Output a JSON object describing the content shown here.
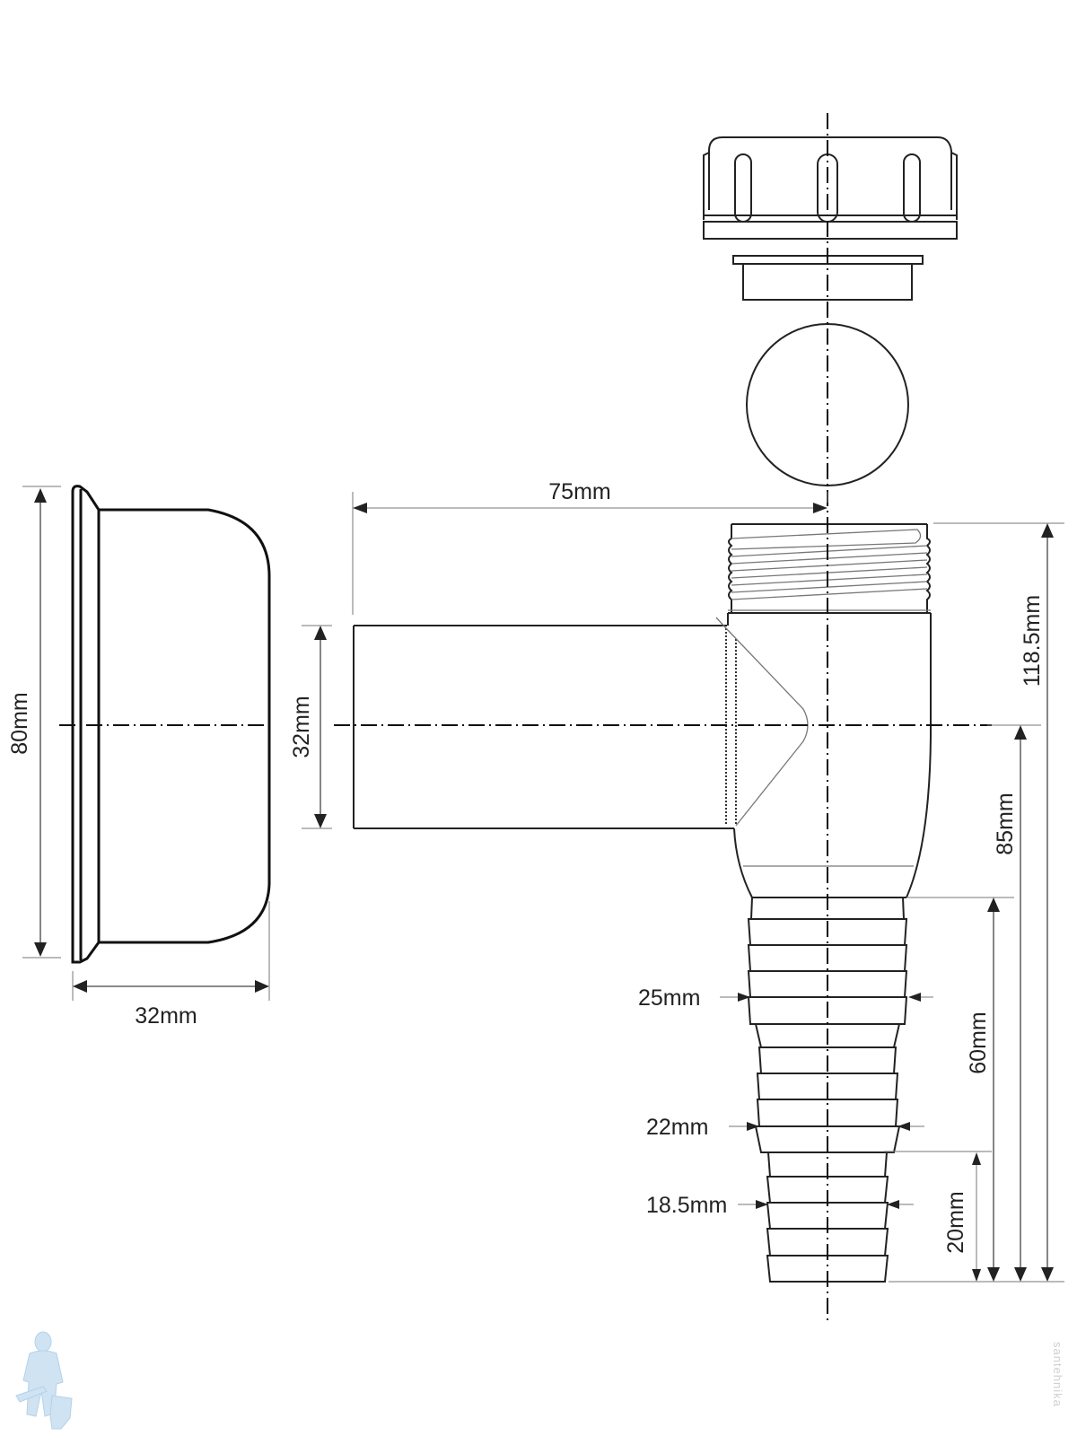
{
  "drawing": {
    "title": "Washing machine / dishwasher waste trap fitting — dimensional drawing",
    "parts": {
      "wall_cover": "wall-flange-cover",
      "nut": "threaded-union-nut",
      "washer": "sealing-washer",
      "ball": "non-return-ball",
      "body": "tee-body-with-threaded-top",
      "spigot": "horizontal-spigot",
      "hose_barb": "stepped-hose-connector"
    },
    "dimensions": {
      "cover_height": "80mm",
      "cover_depth": "32mm",
      "spigot_length": "75mm",
      "spigot_diameter": "32mm",
      "total_height": "118.5mm",
      "axis_height": "85mm",
      "barb_length": "60mm",
      "last_section": "20mm",
      "barb_d1": "25mm",
      "barb_d2": "22mm",
      "barb_d3": "18.5mm"
    }
  },
  "watermark": {
    "icon": "plumber-mascot-icon",
    "text": "santehnika"
  }
}
